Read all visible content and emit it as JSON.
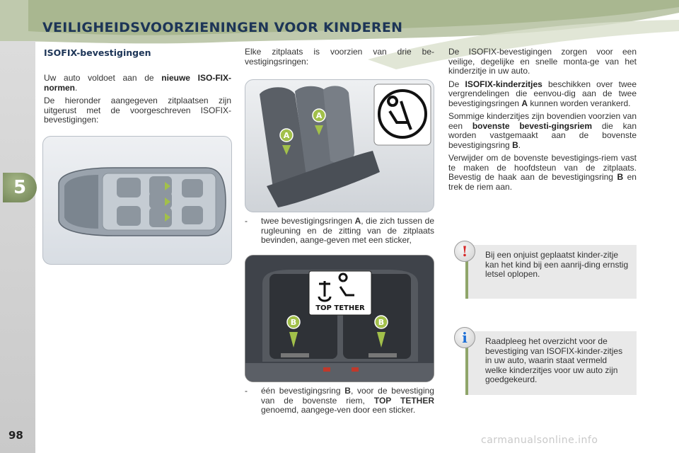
{
  "header": {
    "title": "VEILIGHEIDSVOORZIENINGEN VOOR KINDEREN"
  },
  "chapter_number": "5",
  "page_number": "98",
  "section_heading": "ISOFIX-bevestigingen",
  "column1": {
    "p1_pre": "Uw auto voldoet aan de ",
    "p1_bold": "nieuwe ISO-FIX-normen",
    "p1_post": ".",
    "p2": "De hieronder aangegeven zitplaatsen zijn uitgerust met de voorgeschreven ISOFIX-bevestigingen:"
  },
  "column2": {
    "intro": "Elke zitplaats is voorzien van drie be-vestigingsringen:",
    "bullet1_dash": "-",
    "bullet1_pre": "twee bevestigingsringen ",
    "bullet1_bold": "A",
    "bullet1_post": ", die zich tussen de rugleuning en de zitting van de zitplaats bevinden, aange-geven met een sticker,",
    "bullet2_dash": "-",
    "bullet2_pre": "één bevestigingsring ",
    "bullet2_bold1": "B",
    "bullet2_mid": ", voor de bevestiging van de bovenste riem, ",
    "bullet2_bold2": "TOP TETHER",
    "bullet2_post": " genoemd, aangege-ven door een sticker."
  },
  "column3": {
    "p1": "De ISOFIX-bevestigingen zorgen voor een veilige, degelijke en snelle monta-ge van het kinderzitje in uw auto.",
    "p2_pre": "De ",
    "p2_bold1": "ISOFIX-kinderzitjes",
    "p2_mid": " beschikken over twee vergrendelingen die eenvou-dig aan de twee bevestigingsringen ",
    "p2_bold2": "A",
    "p2_post": " kunnen worden verankerd.",
    "p3_pre": "Sommige kinderzitjes zijn bovendien voorzien van een ",
    "p3_bold1": "bovenste bevesti-gingsriem",
    "p3_mid": " die kan worden vastgemaakt aan de bovenste bevestigingsring ",
    "p3_bold2": "B",
    "p3_post": ".",
    "p4_pre": "Verwijder om de bovenste bevestigings-riem vast te maken de hoofdsteun van de zitplaats. Bevestig de haak aan de bevestigingsring ",
    "p4_bold": "B",
    "p4_post": " en trek de riem aan."
  },
  "figures": {
    "label_a": "A",
    "label_b": "B",
    "top_tether_label": "TOP TETHER"
  },
  "notes": {
    "warning_icon": "!",
    "warning_text": "Bij een onjuist geplaatst kinder-zitje kan het kind bij een aanrij-ding ernstig letsel oplopen.",
    "info_icon": "i",
    "info_text": "Raadpleeg het overzicht voor de bevestiging van ISOFIX-kinder-zitjes in uw auto, waarin staat vermeld welke kinderzitjes voor uw auto zijn goedgekeurd."
  },
  "watermark": "carmanualsonline.info",
  "colors": {
    "title": "#1d3557",
    "accent_green": "#8fa56a",
    "warning_red": "#d62828",
    "info_blue": "#1d6fd6"
  }
}
